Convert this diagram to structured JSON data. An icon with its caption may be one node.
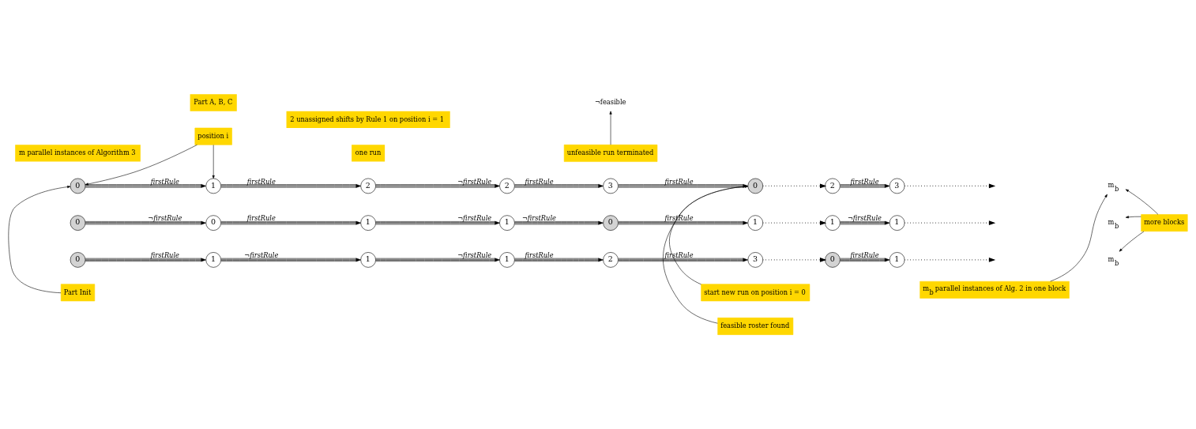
{
  "diagram": {
    "nodes": [
      {
        "text": [
          "position i"
        ]
      },
      {
        "text": [
          "start new run on position i = 0"
        ]
      },
      {
        "text": [
          "0"
        ]
      },
      {
        "text": [
          "1"
        ]
      },
      {
        "text": [
          "2"
        ]
      },
      {
        "text": [
          "2"
        ]
      },
      {
        "text": [
          "3"
        ]
      },
      {
        "text": [
          "0"
        ]
      },
      {
        "text": [
          "2"
        ]
      },
      {
        "text": [
          "3"
        ]
      },
      {
        "text": [
          "Part Init"
        ]
      },
      {
        "text": [
          "feasible roster found"
        ]
      },
      {
        "text": [
          "m$_{b}$"
        ]
      },
      {
        "text": [
          "m$_{b}$ parallel instances of Alg. 2 in one block"
        ]
      },
      {
        "text": [
          "more blocks"
        ]
      },
      {
        "text": [
          "0"
        ]
      },
      {
        "text": [
          "0"
        ]
      },
      {
        "text": [
          "1"
        ]
      },
      {
        "text": [
          "1"
        ]
      },
      {
        "text": [
          "0"
        ]
      },
      {
        "text": [
          "1"
        ]
      },
      {
        "text": [
          "1"
        ]
      },
      {
        "text": [
          "1"
        ]
      },
      {
        "text": [
          "m$_{b}$"
        ]
      },
      {
        "text": [
          "¬feasible"
        ]
      },
      {
        "text": [
          "unfeasible run terminated"
        ]
      },
      {
        "text": [
          "0"
        ]
      },
      {
        "text": [
          "1"
        ]
      },
      {
        "text": [
          "1"
        ]
      },
      {
        "text": [
          "1"
        ]
      },
      {
        "text": [
          "2"
        ]
      },
      {
        "text": [
          "3"
        ]
      },
      {
        "text": [
          "0"
        ]
      },
      {
        "text": [
          "1"
        ]
      },
      {
        "text": [
          "m$_{b}$"
        ]
      }
    ],
    "edges": [
      {
        "from": 0,
        "to": 2,
        "arrow": "to"
      },
      {
        "from": 0,
        "to": 3,
        "arrow": "to"
      },
      {
        "from": 1,
        "to": 7,
        "arrow": "to"
      },
      {
        "from": 2,
        "to": 3,
        "arrow": "to",
        "label": "firstRule"
      },
      {
        "from": 3,
        "to": 4,
        "arrow": "to",
        "label": "firstRule"
      },
      {
        "from": 4,
        "to": 5,
        "arrow": "to",
        "label": "¬firstRule"
      },
      {
        "from": 5,
        "to": 6,
        "arrow": "to",
        "label": "firstRule"
      },
      {
        "from": 6,
        "to": 7,
        "arrow": "to",
        "label": "firstRule"
      },
      {
        "from": 7,
        "to": 8,
        "arrow": "to",
        "style": "dashed"
      },
      {
        "from": 8,
        "to": 9,
        "arrow": "to",
        "label": "firstRule"
      },
      {
        "from": 9,
        "to": null,
        "arrow": "to",
        "style": "dashed"
      },
      {
        "from": 10,
        "to": 2,
        "arrow": "to"
      },
      {
        "from": 11,
        "to": 7,
        "arrow": "to"
      },
      {
        "from": 13,
        "to": 12,
        "arrow": "to"
      },
      {
        "from": 14,
        "to": 12,
        "arrow": "to"
      },
      {
        "from": 14,
        "to": 23,
        "arrow": "to"
      },
      {
        "from": 14,
        "to": 34,
        "arrow": "to"
      },
      {
        "from": 15,
        "to": 16,
        "arrow": "to",
        "label": "¬firstRule"
      },
      {
        "from": 16,
        "to": 17,
        "arrow": "to",
        "label": "firstRule"
      },
      {
        "from": 17,
        "to": 18,
        "arrow": "to",
        "label": "¬firstRule"
      },
      {
        "from": 18,
        "to": 19,
        "arrow": "to",
        "label": "¬firstRule"
      },
      {
        "from": 19,
        "to": 20,
        "arrow": "to",
        "label": "firstRule"
      },
      {
        "from": 20,
        "to": 21,
        "arrow": "to",
        "style": "dashed"
      },
      {
        "from": 21,
        "to": 22,
        "arrow": "to",
        "label": "¬firstRule"
      },
      {
        "from": 22,
        "to": null,
        "arrow": "to",
        "style": "dashed"
      },
      {
        "from": 25,
        "to": 24,
        "arrow": "to"
      },
      {
        "from": 26,
        "to": 27,
        "arrow": "to",
        "label": "firstRule"
      },
      {
        "from": 27,
        "to": 28,
        "arrow": "to",
        "label": "¬firstRule"
      },
      {
        "from": 28,
        "to": 29,
        "arrow": "to",
        "label": "¬firstRule"
      },
      {
        "from": 29,
        "to": 30,
        "arrow": "to",
        "label": "firstRule"
      },
      {
        "from": 30,
        "to": 31,
        "arrow": "to",
        "label": "firstRule"
      },
      {
        "from": 31,
        "to": 32,
        "arrow": "to",
        "style": "dashed"
      },
      {
        "from": 32,
        "to": 33,
        "arrow": "to",
        "label": "firstRule"
      },
      {
        "from": 33,
        "to": null,
        "arrow": "to",
        "style": "dashed"
      }
    ],
    "labels": [
      "Part A, B, C",
      "m parallel instances of Algorithm 3",
      "one run",
      "2 unassigned shifts by Rule 1 on position i = 1"
    ]
  }
}
